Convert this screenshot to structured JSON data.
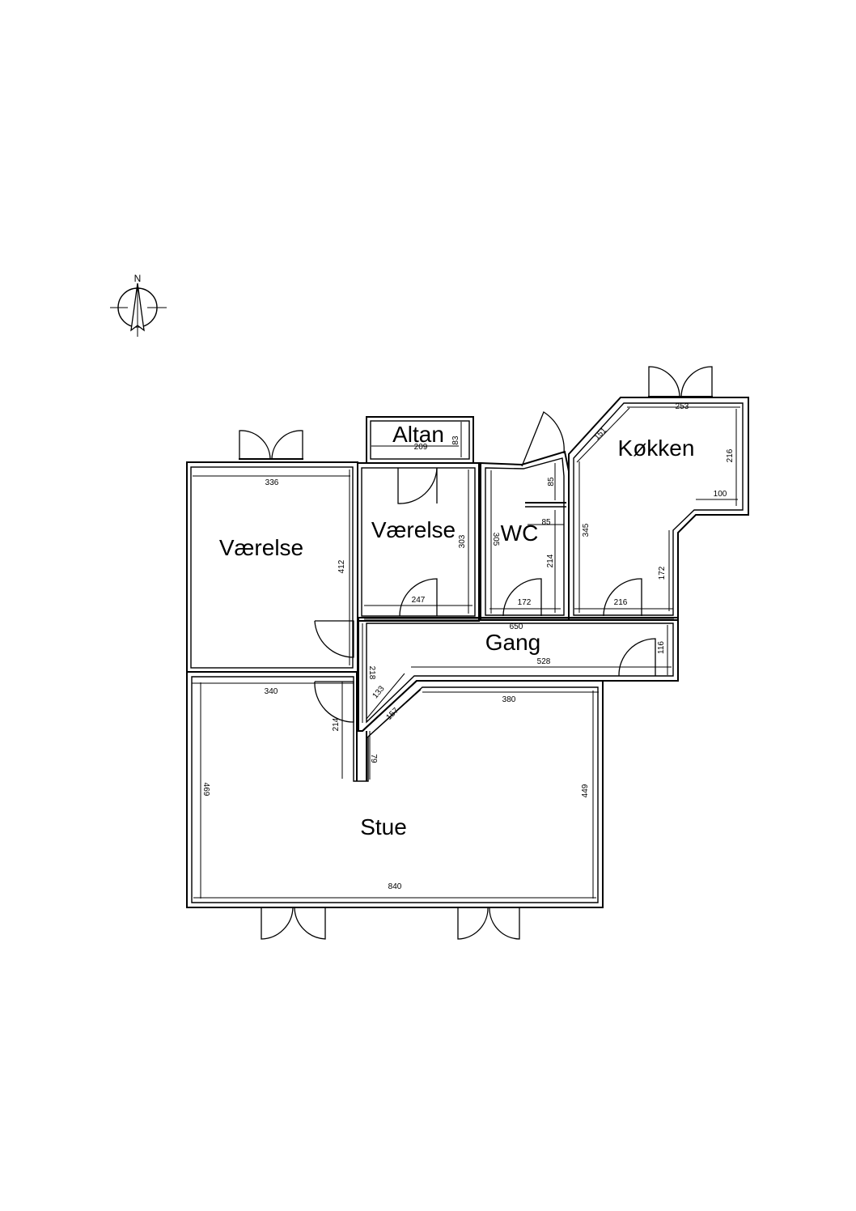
{
  "compass": {
    "north_label": "N",
    "icon": "compass-icon"
  },
  "rooms": {
    "vaerelse1": "Værelse",
    "altan": "Altan",
    "vaerelse2": "Værelse",
    "wc": "WC",
    "kokken": "Køkken",
    "gang": "Gang",
    "stue": "Stue"
  },
  "dimensions": {
    "v1_width": "336",
    "v1_height": "412",
    "altan_width": "209",
    "altan_height": "83",
    "v2_height": "303",
    "v2_width": "247",
    "wc_height_left": "305",
    "wc_top": "85",
    "wc_mid": "85",
    "wc_right": "214",
    "wc_width": "172",
    "k_diag": "151",
    "k_top": "253",
    "k_right": "216",
    "k_notch": "100",
    "k_left": "345",
    "k_lower": "172",
    "k_bottom": "216",
    "gang_length": "650",
    "gang_inner": "528",
    "gang_height": "116",
    "gang_left": "218",
    "diag_133": "133",
    "diag_157": "157",
    "small_79": "79",
    "stue_top_left": "340",
    "stue_closet": "214",
    "stue_top_right": "380",
    "stue_left": "469",
    "stue_right": "449",
    "stue_bottom": "840"
  }
}
